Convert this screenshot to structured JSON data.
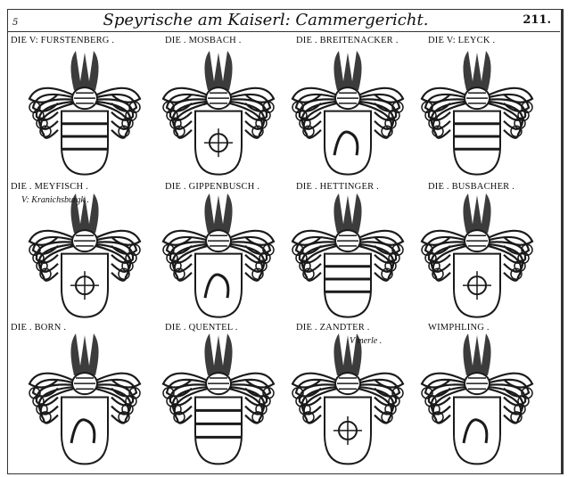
{
  "page": {
    "title": "Speyrische am Kaiserl: Cammergericht.",
    "page_number": "211.",
    "signature_mark": "5"
  },
  "arms": [
    {
      "label": "DIE V: FURSTENBERG .",
      "sub": ""
    },
    {
      "label": "DIE . MOSBACH .",
      "sub": ""
    },
    {
      "label": "DIE . BREITENACKER .",
      "sub": ""
    },
    {
      "label": "DIE V: LEYCK .",
      "sub": ""
    },
    {
      "label": "DIE . MEYFISCH .",
      "sub": "V: Kranichsburgk ."
    },
    {
      "label": "DIE . GIPPENBUSCH .",
      "sub": ""
    },
    {
      "label": "DIE . HETTINGER .",
      "sub": ""
    },
    {
      "label": "DIE . BUSBACHER .",
      "sub": ""
    },
    {
      "label": "DIE . BORN .",
      "sub": ""
    },
    {
      "label": "DIE . QUENTEL .",
      "sub": ""
    },
    {
      "label": "DIE . ZANDTER .",
      "sub": "V merle ."
    },
    {
      "label": "WIMPHLING .",
      "sub": ""
    }
  ],
  "colors": {
    "ink": "#1a1a1a",
    "paper": "#ffffff"
  }
}
